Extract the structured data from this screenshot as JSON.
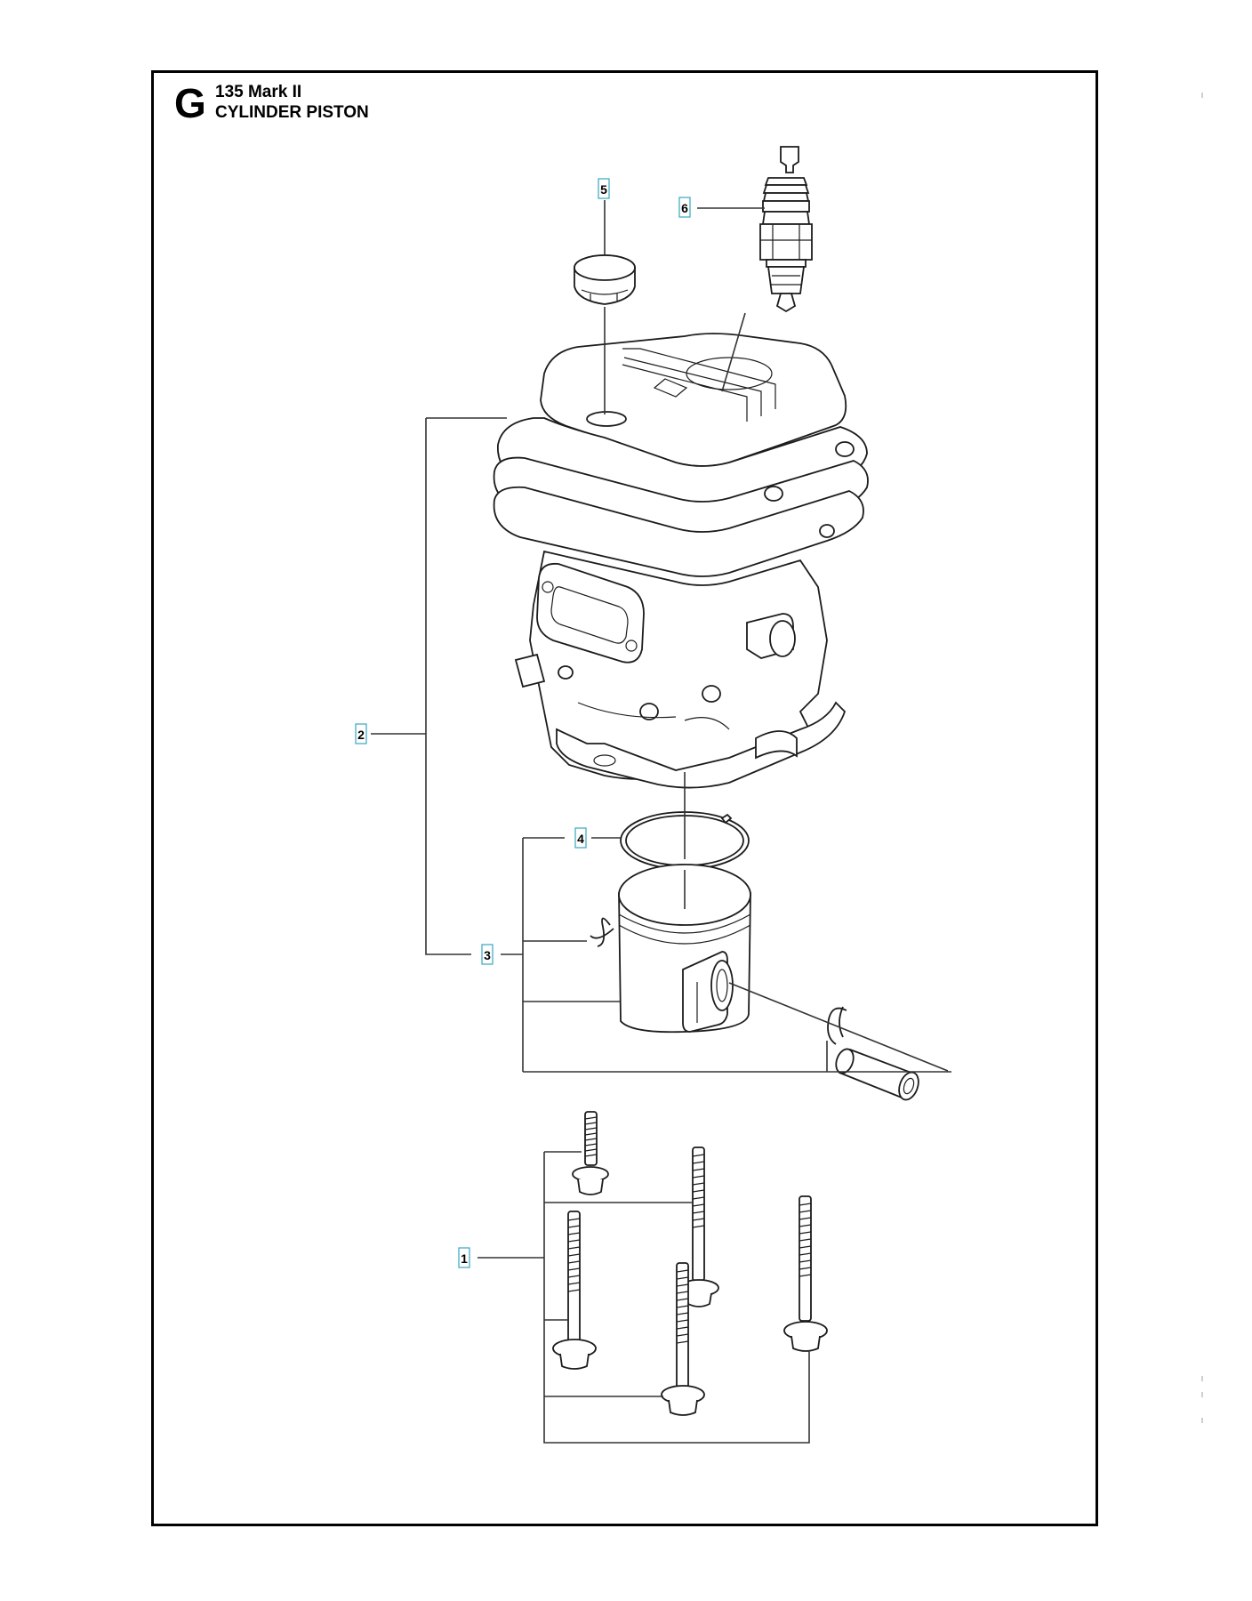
{
  "header": {
    "section_letter": "G",
    "model": "135 Mark II",
    "title": "CYLINDER PISTON"
  },
  "callouts": [
    {
      "id": "callout-1",
      "label": "1"
    },
    {
      "id": "callout-2",
      "label": "2"
    },
    {
      "id": "callout-3",
      "label": "3"
    },
    {
      "id": "callout-4",
      "label": "4"
    },
    {
      "id": "callout-5",
      "label": "5"
    },
    {
      "id": "callout-6",
      "label": "6"
    }
  ],
  "colors": {
    "line": "#1c1c1c",
    "callout_border": "#35a7c2",
    "frame": "#000000",
    "background": "#ffffff"
  }
}
